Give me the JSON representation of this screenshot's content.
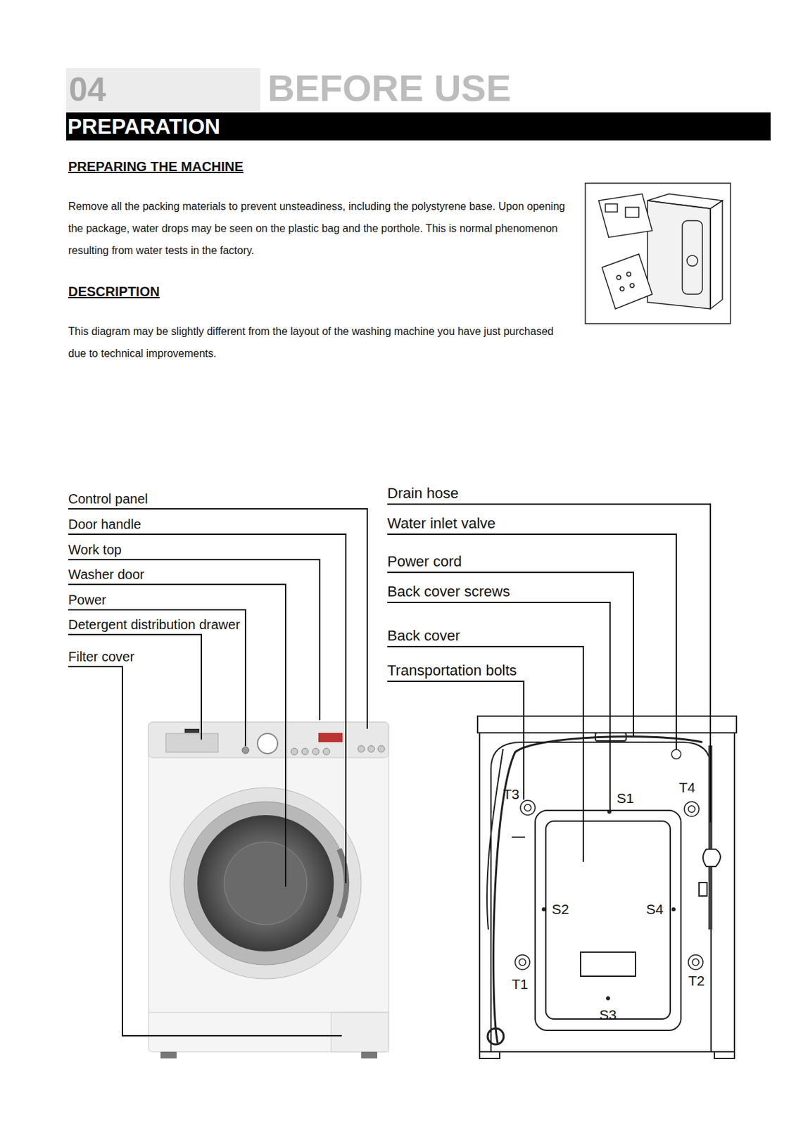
{
  "diagram": {
    "title": "BEFORE USE",
    "nodes": [
      {
        "text": [
          "04"
        ]
      },
      {
        "text": [
          "PREPARATION"
        ]
      }
    ],
    "labels": [
      "PREPARING THE MACHINE",
      "Remove all the packing materials to prevent unsteadiness, including the polystyrene base. Upon opening the package, water drops may be seen on the plastic bag and the porthole. This is normal phenomenon resulting from water tests in the factory.",
      "DESCRIPTION",
      "This diagram may be slightly different from the layout of the washing machine you have just purchased due to technical improvements.",
      "Control panel",
      "Door handle",
      "Work top",
      "Washer door",
      "Power",
      "Detergent distribution drawer",
      "Filter cover",
      "Drain hose",
      "Water inlet valve",
      "Power cord",
      "Back cover screws",
      "Back cover",
      "Transportation bolts",
      "T3",
      "S1",
      "T4",
      "S2",
      "S4",
      "T1",
      "T2",
      "S3"
    ]
  }
}
